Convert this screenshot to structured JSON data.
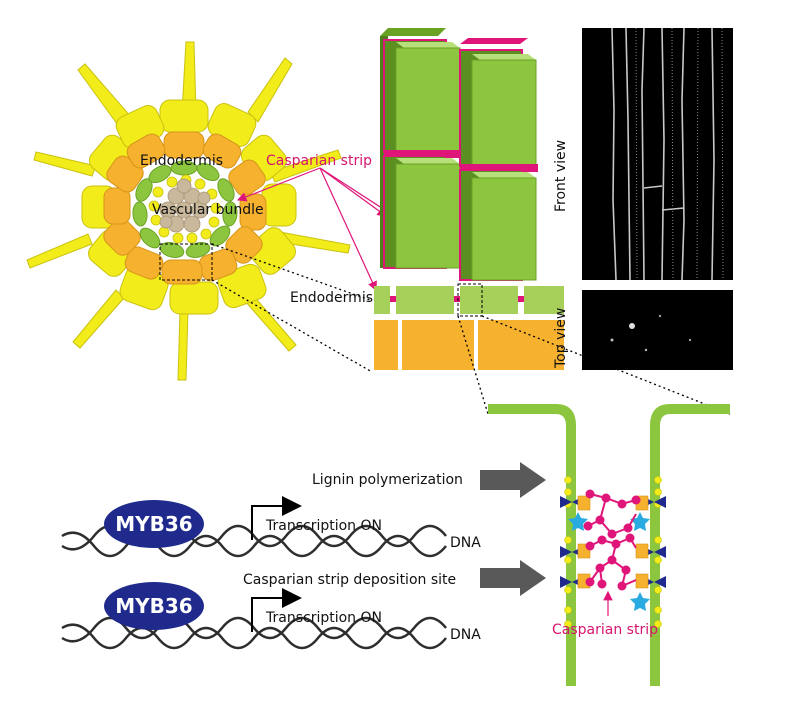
{
  "labels": {
    "endodermis_root": "Endodermis",
    "vascular_bundle": "Vascular bundle",
    "casparian_strip_top": "Casparian strip",
    "endodermis_top_view": "Endodermis",
    "front_view": "Front view",
    "top_view": "Top view",
    "lignin_polymerization": "Lignin polymerization",
    "deposition_site": "Casparian strip deposition site",
    "casparian_strip_bottom": "Casparian strip"
  },
  "genes": [
    {
      "name": "MYB36",
      "transcription": "Transcription ON",
      "dna": "DNA"
    },
    {
      "name": "MYB36",
      "transcription": "Transcription ON",
      "dna": "DNA"
    }
  ],
  "colors": {
    "yellow": "#f2ec1a",
    "orange": "#f6b12e",
    "green": "#8cc63f",
    "light_green": "#a6d05a",
    "beige": "#c9b89c",
    "pink": "#e0157a",
    "navy": "#1f2a8c",
    "arrow_gray": "#595959",
    "cyan": "#29abe2",
    "dna_dark": "#2e2e2e"
  }
}
